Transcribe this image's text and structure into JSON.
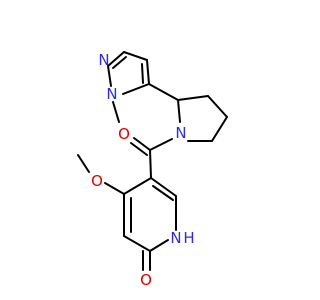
{
  "colors": {
    "bond": "#000000",
    "nitrogen": "#2e2ed6",
    "oxygen": "#e00000",
    "background": "#ffffff"
  },
  "atoms": {
    "n_pyrazole_top": {
      "label": "N",
      "color": "nitrogen"
    },
    "n_pyrazole_methyl": {
      "label": "N",
      "color": "nitrogen"
    },
    "n_pyrrolidine": {
      "label": "N",
      "color": "nitrogen"
    },
    "o_carbonyl": {
      "label": "O",
      "color": "oxygen"
    },
    "o_methoxy": {
      "label": "O",
      "color": "oxygen"
    },
    "n_pyridone": {
      "label": "N",
      "color": "nitrogen"
    },
    "h_pyridone": {
      "label": "H",
      "color": "nitrogen"
    },
    "o_pyridone": {
      "label": "O",
      "color": "oxygen"
    }
  }
}
